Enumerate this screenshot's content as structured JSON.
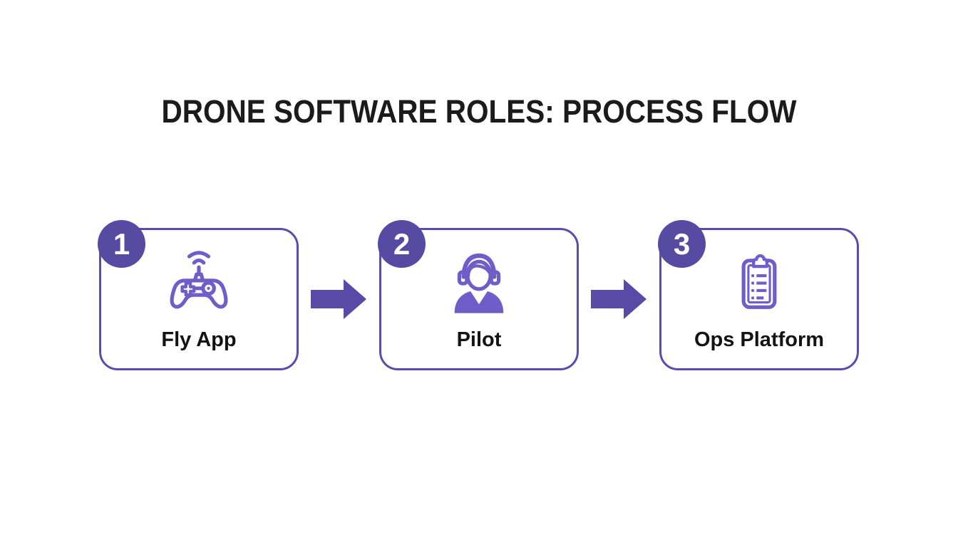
{
  "title": "DRONE SOFTWARE ROLES: PROCESS FLOW",
  "colors": {
    "accent_purple": "#5a4aa8",
    "box_border_purple": "#5c4bae",
    "badge_purple": "#564aa3",
    "icon_purple": "#6e5ec9",
    "title_text": "#1b1b1e",
    "label_text": "#131313",
    "background": "#ffffff"
  },
  "steps": [
    {
      "number": "1",
      "label": "Fly App",
      "icon": "game-controller-icon"
    },
    {
      "number": "2",
      "label": "Pilot",
      "icon": "pilot-headset-icon"
    },
    {
      "number": "3",
      "label": "Ops Platform",
      "icon": "clipboard-checklist-icon"
    }
  ],
  "connectors": [
    {
      "type": "arrow-right"
    },
    {
      "type": "arrow-right"
    }
  ]
}
